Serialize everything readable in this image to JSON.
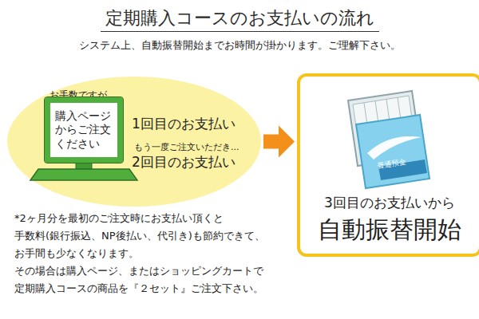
{
  "diagram": {
    "title": "定期購入コースのお支払いの流れ",
    "nodes": [
      {
        "text": [
          "お手数ですが...",
          "1回目のお支払い",
          "もう一度ご注文いただき...",
          "2回目のお支払い"
        ]
      },
      {
        "text": [
          "購入ページからご注文ください"
        ],
        "in": 0
      },
      {
        "text": [
          "3回目のお支払いから",
          "自動振替開始"
        ]
      }
    ],
    "edges": [
      {
        "from": 0,
        "to": 2,
        "arrow": "to"
      }
    ],
    "labels": [
      "システム上、自動振替開始までお時間が掛かります。ご理解下さい。",
      "普通預金",
      "*2ヶ月分を最初のご注文時にお支払い頂くと",
      "手数料(銀行振込、NP後払い、代引き)も節約できて、",
      "お手間も少なくなります。",
      "その場合は購入ページ、またはショッピングカートで",
      "定期購入コースの商品を『２セット』ご注文下さい。"
    ]
  }
}
